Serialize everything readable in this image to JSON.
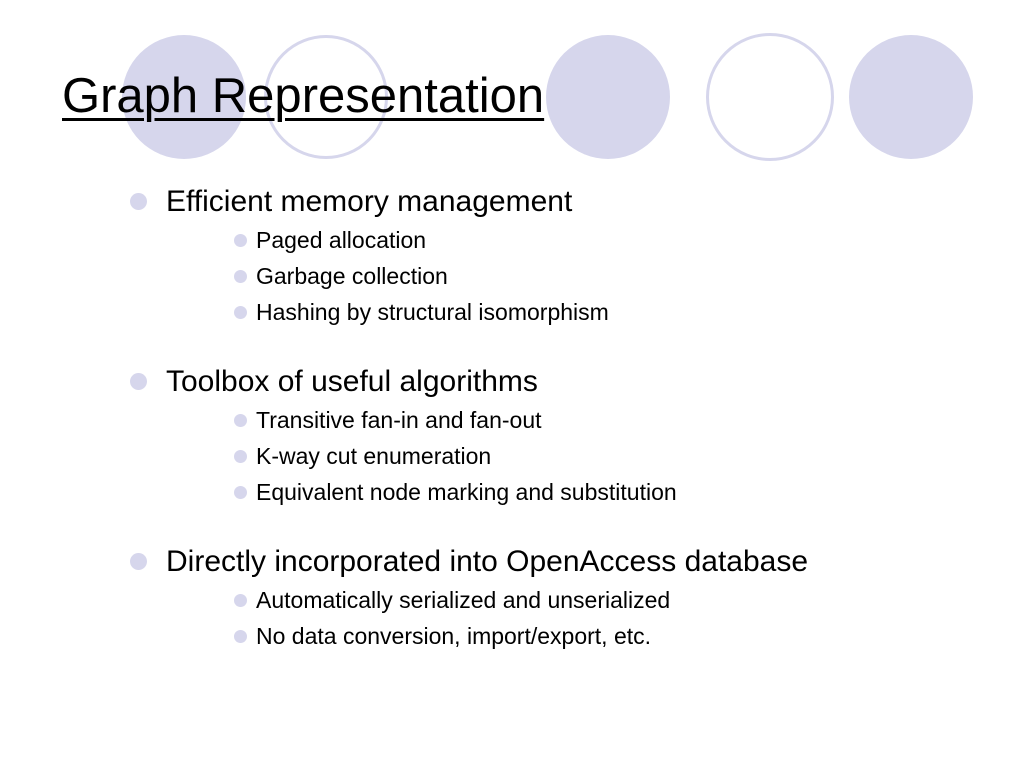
{
  "slide": {
    "title": "Graph Representation",
    "colors": {
      "accent": "#d6d6ec",
      "text": "#000000",
      "background": "#ffffff"
    },
    "bullets": [
      {
        "text": "Efficient memory management",
        "subitems": [
          "Paged allocation",
          "Garbage collection",
          "Hashing by structural isomorphism"
        ]
      },
      {
        "text": "Toolbox of useful algorithms",
        "subitems": [
          "Transitive fan-in and fan-out",
          "K-way cut enumeration",
          "Equivalent node marking and substitution"
        ]
      },
      {
        "text": "Directly incorporated into OpenAccess database",
        "subitems": [
          "Automatically serialized and unserialized",
          "No data conversion, import/export, etc."
        ]
      }
    ]
  }
}
